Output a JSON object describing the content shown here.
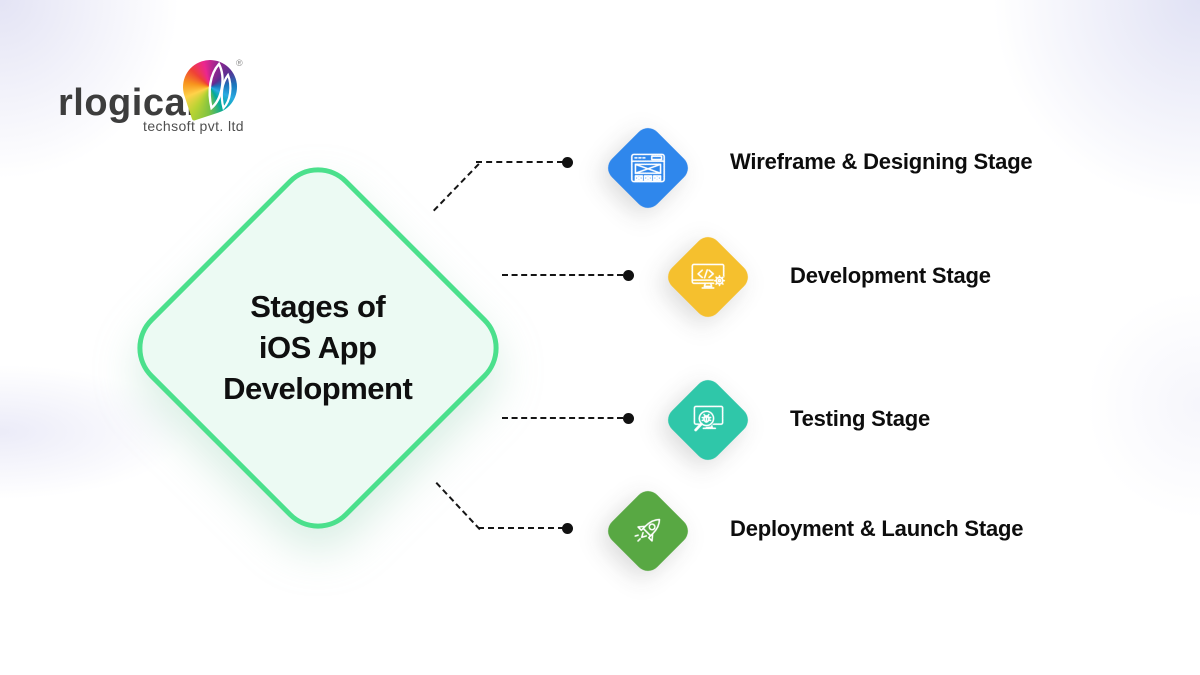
{
  "logo": {
    "brand": "rlogical",
    "tagline": "techsoft pvt. ltd",
    "registered_mark": "®",
    "icon": "rlogical-colorful-leaf-logo"
  },
  "diamond": {
    "title_line1": "Stages of",
    "title_line2": "iOS App",
    "title_line3": "Development",
    "border_color": "#4BE08C",
    "fill_color": "#ECFAF3"
  },
  "stages": [
    {
      "label": "Wireframe & Designing Stage",
      "icon": "wireframe-browser-icon",
      "color": "#2F87EC"
    },
    {
      "label": "Development Stage",
      "icon": "code-monitor-gear-icon",
      "color": "#F5C02E"
    },
    {
      "label": "Testing Stage",
      "icon": "bug-magnifier-monitor-icon",
      "color": "#2FC7A9"
    },
    {
      "label": "Deployment & Launch Stage",
      "icon": "rocket-icon",
      "color": "#58A843"
    }
  ],
  "connectors": {
    "style": "dashed",
    "color": "#151515"
  }
}
